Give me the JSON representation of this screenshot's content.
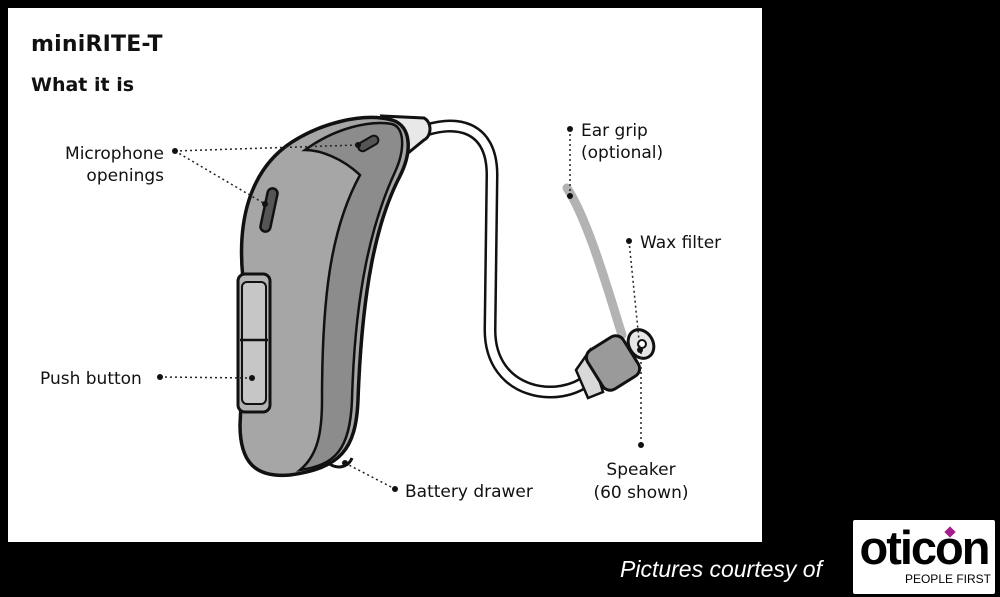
{
  "header": {
    "title": "miniRITE-T",
    "subtitle": "What it is"
  },
  "labels": {
    "microphone_line1": "Microphone",
    "microphone_line2": "openings",
    "push_button": "Push button",
    "battery_drawer": "Battery drawer",
    "ear_grip_line1": "Ear grip",
    "ear_grip_line2": "(optional)",
    "wax_filter": "Wax filter",
    "speaker_line1": "Speaker",
    "speaker_line2": "(60 shown)"
  },
  "footer": {
    "credit": "Pictures courtesy of",
    "logo_word": "oticon",
    "logo_tagline": "PEOPLE FIRST"
  },
  "colors": {
    "device_body": "#a6a6a6",
    "device_face": "#8c8c8c",
    "ear_grip": "#b3b3b3",
    "logo_accent": "#a51c8b"
  }
}
